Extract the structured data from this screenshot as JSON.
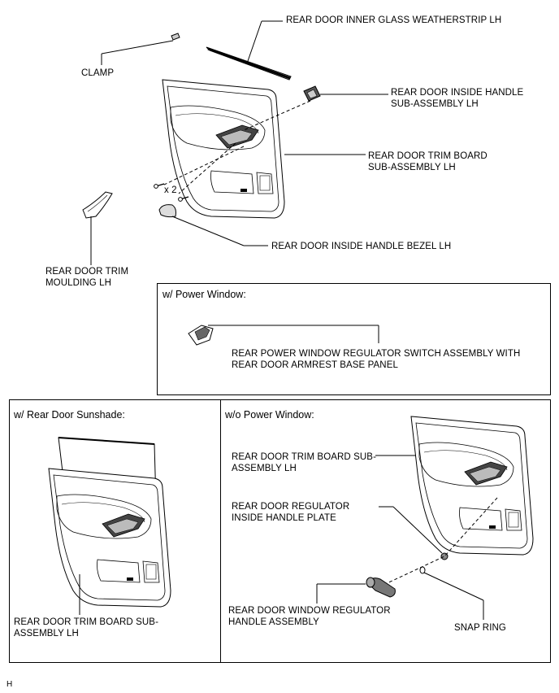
{
  "labels": {
    "weatherstrip": "REAR DOOR INNER GLASS WEATHERSTRIP LH",
    "clamp": "CLAMP",
    "inside_handle": "REAR DOOR INSIDE HANDLE\nSUB-ASSEMBLY LH",
    "trim_board": "REAR DOOR TRIM BOARD\nSUB-ASSEMBLY LH",
    "qty": "x 2",
    "bezel": "REAR DOOR INSIDE HANDLE BEZEL LH",
    "moulding": "REAR DOOR TRIM\nMOULDING LH"
  },
  "power_window": {
    "title": "w/ Power Window:",
    "switch": "REAR POWER WINDOW REGULATOR SWITCH ASSEMBLY WITH\nREAR DOOR ARMREST BASE PANEL"
  },
  "sunshade": {
    "title": "w/ Rear Door Sunshade:",
    "trim_board": "REAR DOOR TRIM BOARD SUB-\nASSEMBLY LH"
  },
  "no_power_window": {
    "title": "w/o Power Window:",
    "trim_board": "REAR DOOR TRIM BOARD SUB-\nASSEMBLY LH",
    "plate": "REAR DOOR REGULATOR\nINSIDE HANDLE PLATE",
    "handle": "REAR DOOR WINDOW REGULATOR\nHANDLE ASSEMBLY",
    "snap_ring": "SNAP RING"
  },
  "footer": "H"
}
